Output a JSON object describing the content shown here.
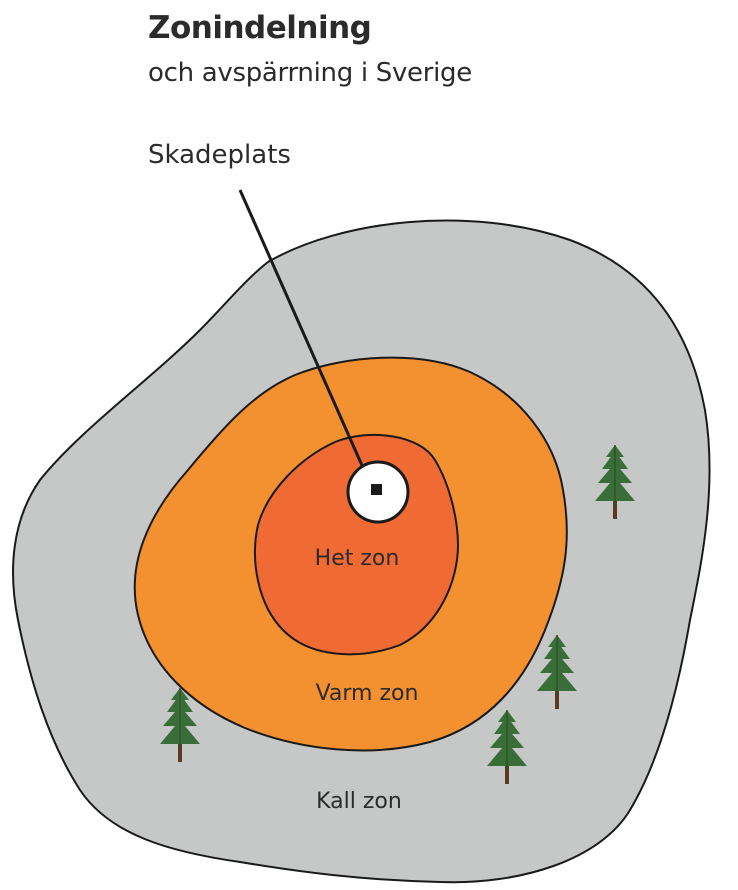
{
  "header": {
    "title": "Zonindelning",
    "subtitle": "och avspärrning i Sverige"
  },
  "diagram": {
    "incident_label": "Skadeplats",
    "zones": [
      {
        "id": "hot",
        "label": "Het zon",
        "color": "#ef6b33"
      },
      {
        "id": "warm",
        "label": "Varm zon",
        "color": "#f39030"
      },
      {
        "id": "cold",
        "label": "Kall zon",
        "color": "#c6c8c8"
      }
    ],
    "outline_color": "#1a1a1a",
    "tree_color": "#3a6e38",
    "tree_trunk_color": "#5a3a22",
    "tree_icon": "pine-tree-icon"
  }
}
